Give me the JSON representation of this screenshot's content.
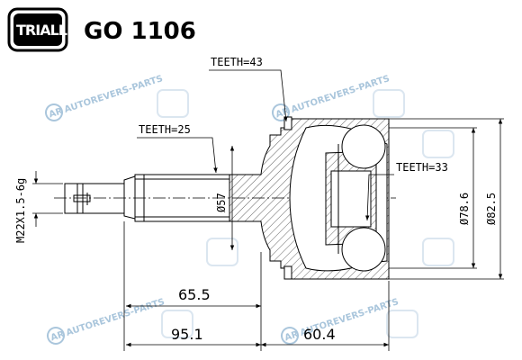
{
  "brand": {
    "logo_text": "TRIALLI"
  },
  "part_number": "GO 1106",
  "watermark": {
    "text": "AUTOREVERS-PARTS",
    "badge": "AR"
  },
  "labels": {
    "teeth_outer": "TEETH=43",
    "teeth_shaft": "TEETH=25",
    "teeth_inner": "TEETH=33",
    "thread": "M22X1.5-6g",
    "shaft_diameter": "Ø57",
    "housing_diameter_inner": "Ø78.6",
    "housing_diameter_outer": "Ø82.5"
  },
  "dimensions": {
    "shaft_length": "65.5",
    "total_length": "95.1",
    "housing_length": "60.4"
  },
  "colors": {
    "line": "#000000",
    "watermark": "#9bbcd6",
    "hatch": "#000000"
  }
}
